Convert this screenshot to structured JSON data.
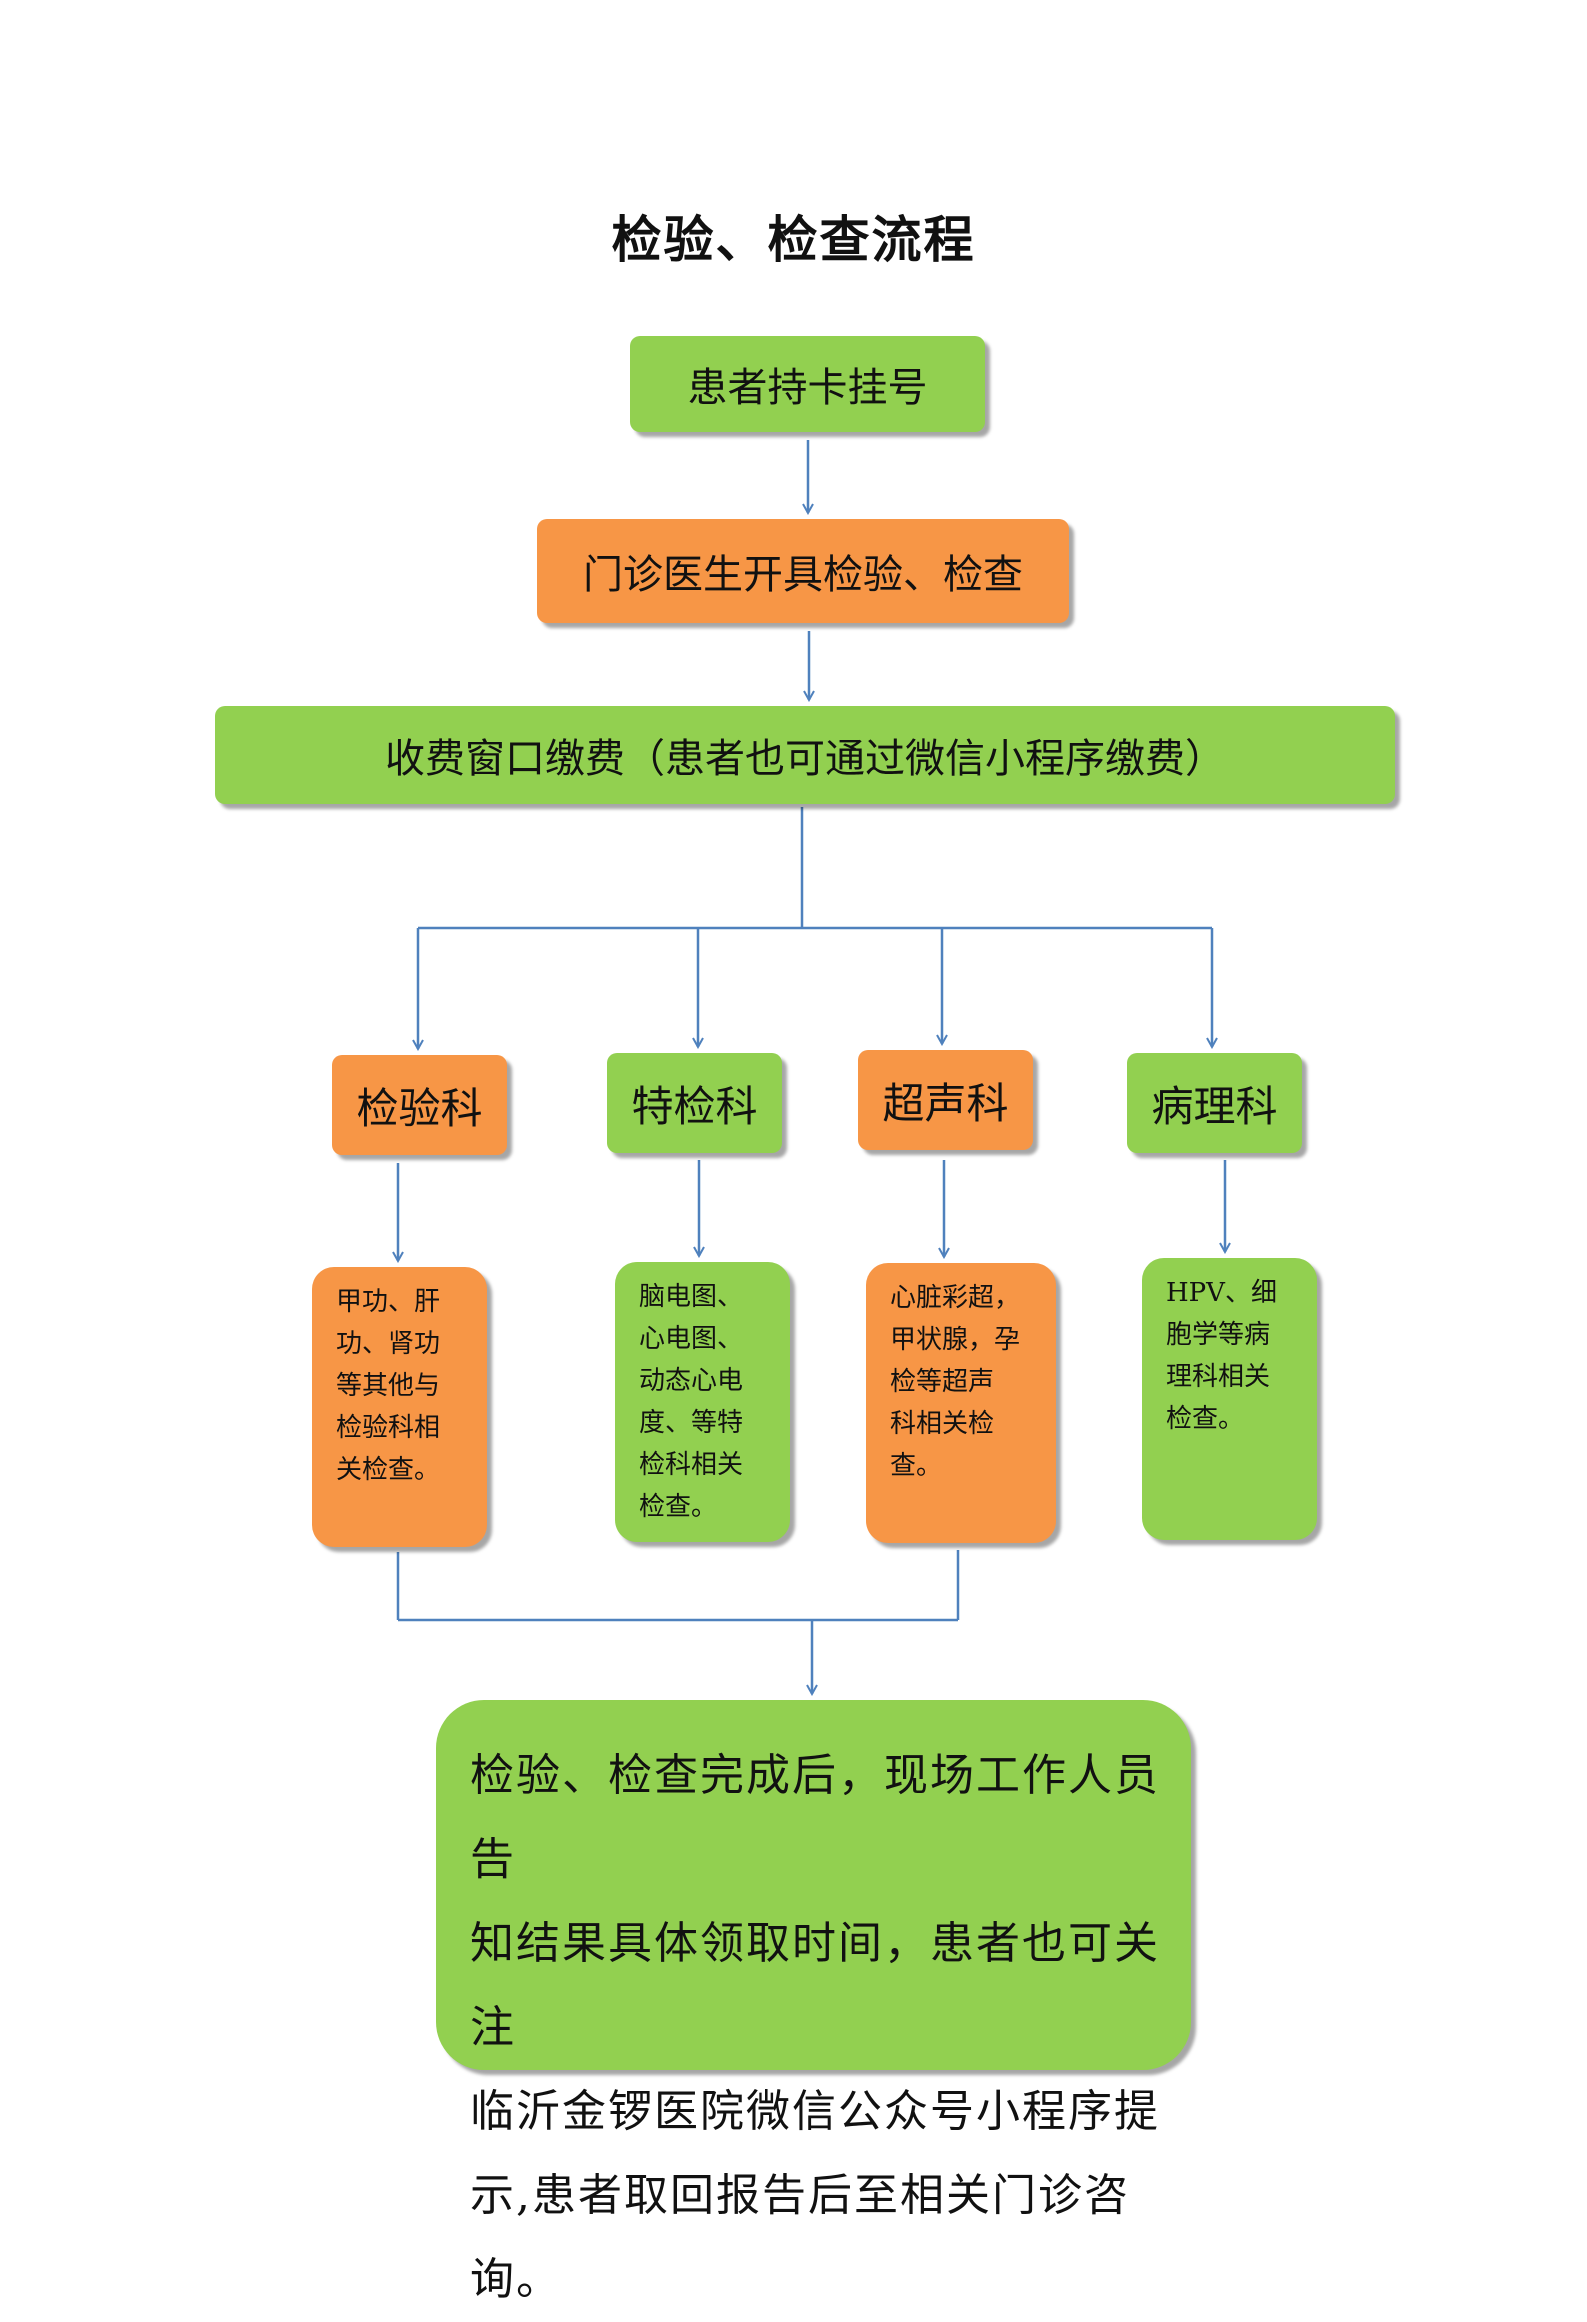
{
  "title": "检验、检查流程",
  "steps": {
    "register": "患者持卡挂号",
    "doctor": "门诊医生开具检验、检查",
    "payment": "收费窗口缴费（患者也可通过微信小程序缴费）"
  },
  "departments": [
    {
      "name": "检验科",
      "color": "#f79646",
      "detail": "甲功、肝\n功、肾功\n等其他与\n检验科相\n关检查。"
    },
    {
      "name": "特检科",
      "color": "#92d050",
      "detail": "脑电图、\n心电图、\n动态心电\n度、等特\n检科相关\n检查。"
    },
    {
      "name": "超声科",
      "color": "#f79646",
      "detail": "心脏彩超，\n甲状腺，孕\n检等超声\n科相关检\n查。"
    },
    {
      "name": "病理科",
      "color": "#92d050",
      "detail": "HPV、细\n胞学等病\n理科相关\n检查。"
    }
  ],
  "final": "检验、检查完成后，现场工作人员告\n知结果具体领取时间，患者也可关注\n临沂金锣医院微信公众号小程序提\n示,患者取回报告后至相关门诊咨询。",
  "colors": {
    "green": "#92d050",
    "orange": "#f79646",
    "connector": "#4f81bd"
  }
}
